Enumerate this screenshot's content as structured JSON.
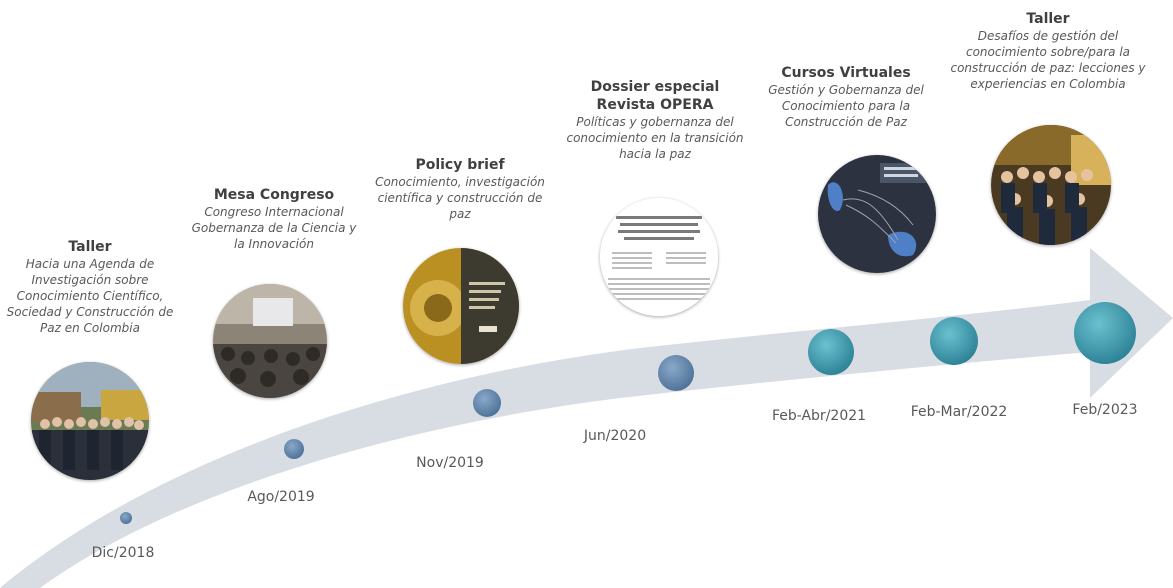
{
  "milestones": [
    {
      "date": "Dic/2018",
      "title": "Taller",
      "description": "Hacia una Agenda de Investigación sobre Conocimiento Científico, Sociedad y Construcción de Paz en Colombia",
      "photo_icon": "group-photo-icon"
    },
    {
      "date": "Ago/2019",
      "title": "Mesa Congreso",
      "description": "Congreso Internacional Gobernanza de la Ciencia y la Innovación",
      "photo_icon": "conference-room-photo-icon"
    },
    {
      "date": "Nov/2019",
      "title": "Policy brief",
      "description": "Conocimiento, investigación científica y construcción de paz",
      "photo_icon": "policy-brief-cover-icon"
    },
    {
      "date": "Jun/2020",
      "title": "Dossier especial Revista OPERA",
      "description": "Políticas y gobernanza del conocimiento en la transición hacia la paz",
      "photo_icon": "journal-article-page-icon"
    },
    {
      "date": "Feb-Abr/2021",
      "title": "Cursos Virtuales",
      "description": "Gestión y Gobernanza del Conocimiento para la Construcción de Paz",
      "photo_icon": "course-map-screen-icon"
    },
    {
      "date": "Feb-Mar/2022",
      "title": "",
      "description": "",
      "photo_icon": ""
    },
    {
      "date": "Feb/2023",
      "title": "Taller",
      "description": "Desafíos de gestión del conocimiento sobre/para la construcción de paz: lecciones y experiencias en Colombia",
      "photo_icon": "group-photo-icon"
    }
  ],
  "colors": {
    "arrow": "#d5d9e0",
    "dot_blue": "#5b7fa6",
    "dot_teal": "#2f8fa4",
    "title_text": "#404040",
    "date_text": "#595959"
  }
}
